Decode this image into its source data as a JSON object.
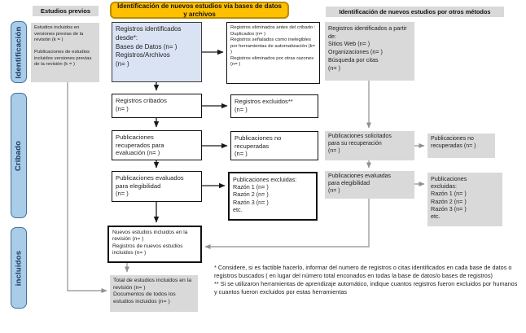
{
  "diagram": {
    "title_context": "PRISMA flow diagram (Spanish)",
    "headers": {
      "previous_studies": "Estudios previos",
      "databases": "Identificación de nuevos estudios vía bases de datos y archivos",
      "other_methods": "Identificación  de nuevos estudios por otros métodos"
    },
    "stages": [
      {
        "label": "Identificación"
      },
      {
        "label": "Cribado"
      },
      {
        "label": "incluidos"
      }
    ],
    "boxes": {
      "previous_studies": "Estudios incluidos en versiones previas de la revisión (k = )\n\nPublicaciones de estudios incluidos versiones previas de la revisión (k = )",
      "records_identified": "Registros identificados desde*:\nBases de Datos (n= )\nRegistros/Archivos\n(n= )",
      "records_removed": "Registros eliminados antes del cribado :\nDuplicados (n= )\nRegistros señalados como inelegibles por herramientas de automatización (k= )\nRegistros eliminados por otras razones (n= )",
      "records_other_methods": "Registros identificados a partir de:\nSitios Web (n= )\nOrganizaciones (n= )\nBúsqueda por citas\n(n= )",
      "records_screened": "Registros cribados\n(n= )",
      "records_excluded": "Registros excluidos**\n(n= )",
      "reports_retrieved": "Publicaciones\nrecuperados para\nevaluación (n= )",
      "reports_not_retrieved": "Publicaciones no\nrecuperadas\n(n= )",
      "reports_sought": "Publicaciones solicitados\npara su recuperación\n(n= )",
      "reports_not_retrieved_2": "Publicaciones no\nrecuperadas (n= )",
      "reports_assessed": "Publicaciones evaluados\npara elegibilidad\n(n= )",
      "reports_excluded": "Publicaciones excluidas:\nRazón 1 (n= )\nRazón 2 (n= )\nRazón 3 (n= )\netc.",
      "reports_assessed_2": "Publicaciones evaluadas\npara elegibilidad\n(n= )",
      "reports_excluded_2": "Publicaciones\nexcluidas:\nRazón 1 (n= )\nRazón 2 (n= )\nRazón 3 (n= )\netc.",
      "new_studies_included": "Nuevos estudios incluidos en la revisión (n= )\nRegistros de nuevos estudios incluidos (n= )",
      "total_studies_included": "Total de estudios incluidos en la revisión (n= )\nDocumentos de todos los estudios incluidos (n= )"
    },
    "footnotes": "* Considere, si es factible hacerlo, informar del numero de registros o citas identificados en cada base de datos o registros buscados ( en lugar del número total enconados en todas la base de datos/o bases de registros)\n** Si se utilizaron herramientas de aprendizaje automático, indique cuantos registros fueron excluidos por humanos y cuantos fueron excluidos por estas herramientas",
    "colors": {
      "header_yellow_fill": "#ffc000",
      "header_yellow_border": "#bc8c00",
      "box_blue_fill": "#dae3f3",
      "box_gray_fill": "#d9d9d9",
      "stage_pill_fill": "#a9cce9",
      "stage_pill_border": "#41719c",
      "arrow_primary": "#1a1a1a",
      "arrow_secondary": "#8f8f8f"
    }
  }
}
